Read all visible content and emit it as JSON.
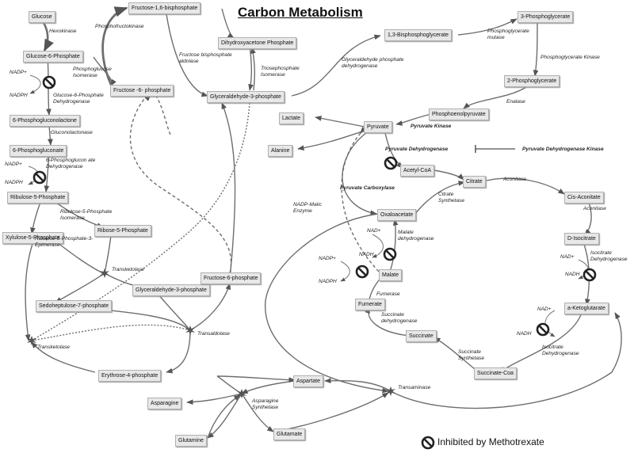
{
  "title": "Carbon Metabolism",
  "legend": {
    "label": "Inhibited by Methotrexate",
    "icon": "no-entry-icon"
  },
  "nodes": {
    "glucose": "Glucose",
    "glucose_6p": "Glucose-6-Phosphate",
    "phosphogluconolactone": "6-Phosphogluconolactone",
    "phosphogluconate": "6-Phosphogluconate",
    "ribulose_5p": "Ribulose-5-Phosphate",
    "ribose_5p": "Ribose-5-Phosphate",
    "xylulose_5p": "Xylulose-5-Phosphate",
    "sedoheptulose_7p": "Sedoheptulose-7-phosphate",
    "glyceraldehyde_3p_ppp": "Glyceraldehyde-3-phosphate",
    "fructose_6p_ppp": "Fructose-6-phosphate",
    "erythrose_4p": "Erythrose-4-phosphate",
    "fructose_16bp": "Fructose-1,6-bisphosphate",
    "fructose_6p": "Fructose -6- phosphate",
    "dhap": "Dihydroxyacetone Phosphate",
    "glyceraldehyde_3p": "Glyceraldehyde-3-phosphate",
    "bpg_13": "1,3-Bisphosphoglycerate",
    "pg_3": "3-Phosphoglycerate",
    "pg_2": "2-Phosphoglycerate",
    "pep": "Phosphoenolpyruvate",
    "pyruvate": "Pyruvate",
    "lactate": "Lactate",
    "alanine": "Alanine",
    "acetyl_coa": "Acetyl-CoA",
    "citrate": "Citrate",
    "cis_aconitate": "Cis-Aconitate",
    "d_isocitrate": "D-Isocitrate",
    "a_ketoglutarate": "a-Ketoglutarate",
    "succinate_coa": "Succinate-Coa",
    "succinate": "Succinate",
    "fumerate": "Fumerate",
    "malate": "Malate",
    "oxaloacetate": "Oxaloacetate",
    "aspartate": "Aspartate",
    "asparagine": "Asparagine",
    "glutamine": "Glutamine",
    "glutamate": "Glutamate"
  },
  "enzymes": {
    "hexokinase": "Hexokinase",
    "phosphofructokinase": "Phosphofructokinase",
    "phosphoglucose_isomerase": "Phosphoglucose\nIsomerase",
    "g6p_dehydrogenase": "Glucose-6-Phosphate\nDehydrogenase",
    "gluconolactonase": "Gluconolactonase",
    "pgd": "6-Phosphoglucon ate\nDehydrogenase",
    "r5p_isomerase": "Ribulose-5-Phosphate\nIsomerase",
    "r5p_epimerase": "Ribulose-5-Phosphate-3-\nEpimerase",
    "transketolase_1": "Transketolase",
    "transketolase_2": "Transketolase",
    "transaldolase": "Transaldolase",
    "fbp_aldolase": "Fructose bisphosphate\naldolase",
    "triosephosphate_isomerase": "Triosephosphate\nIsomerase",
    "gapdh": "Glyceraldehyde phosphate\ndehydrogenase",
    "pgm": "Phosphoglycerate\nmutase",
    "pgk": "Phosphoglycerate Kinase",
    "enolase": "Enalase",
    "pyruvate_kinase": "Pyruvate Kinase",
    "pdh": "Pyruvate Dehydrogenase",
    "pdh_kinase": "Pyruvate Dehydrogenase Kinase",
    "pyruvate_carboxylase": "Pyruvate Carboxylase",
    "malic_enzyme": "NADP-Malic\nEnzyme",
    "citrate_synthetase": "Citrate\nSynthetase",
    "aconitase_1": "Aconitase",
    "aconitase_2": "Aconitase",
    "idh_1": "Isocitrate\nDehydrogenase",
    "idh_2": "Isocitrate\nDehydrogenase",
    "succinate_synthetase": "Succinate\nSynthetase",
    "succinate_dehydrogenase": "Succinate\ndehydrogenase",
    "fumerase": "Fumerase",
    "malate_dehydrogenase": "Malate\ndehydrogenase",
    "transaminase": "Transaminase",
    "asparagine_synthetase": "Asparagine\nSynthetase"
  },
  "cofactors": {
    "nadp_1": "NADP+",
    "nadph_1": "NADPH",
    "nadp_2": "NADP+",
    "nadph_2": "NADPH",
    "nad_malate": "NAD+",
    "nadh_malate": "NADH",
    "nadp_malic": "NADP+",
    "nadph_malic": "NADPH",
    "nad_idh": "NAD+",
    "nadh_idh": "NADH",
    "nad_akg": "NAD+",
    "nadh_akg": "NADH"
  }
}
